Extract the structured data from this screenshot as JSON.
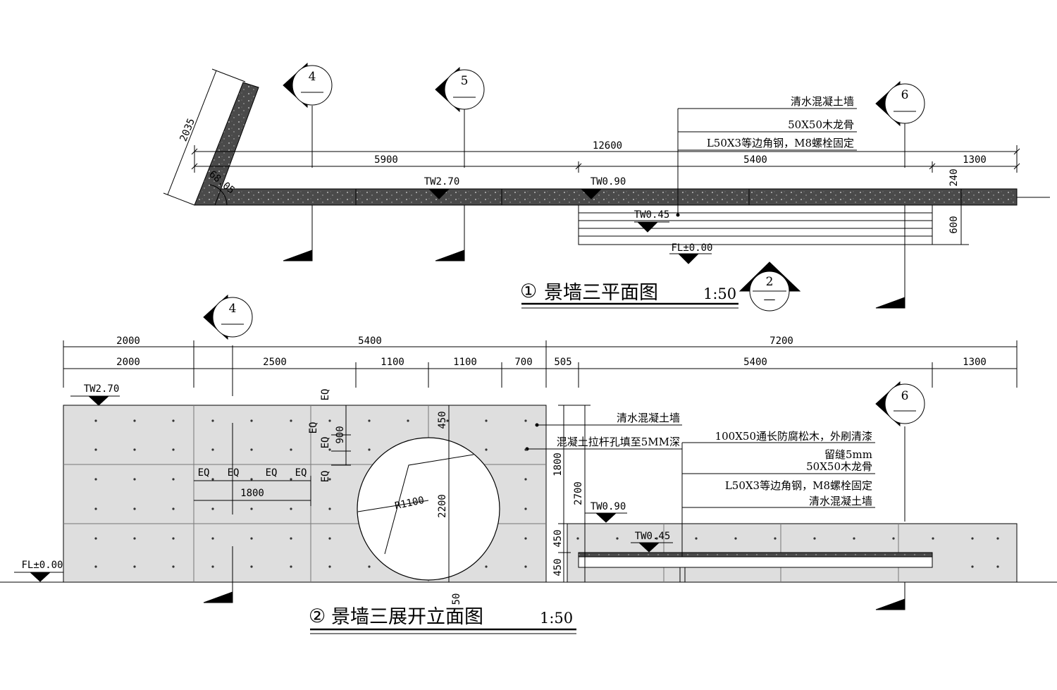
{
  "plan": {
    "title_num": "①",
    "title": "景墙三平面图",
    "scale": "1:50",
    "dims": {
      "total": "12600",
      "seg1": "5900",
      "seg2": "5400",
      "seg3": "1300",
      "wing": "2035",
      "angle": "68.05",
      "thick": "240",
      "step_depth": "600"
    },
    "levels": {
      "tw_high": "TW2.70",
      "tw_mid": "TW0.90",
      "tw_low": "TW0.45",
      "fl": "FL±0.00"
    },
    "notes": [
      "清水混凝土墙",
      "50X50木龙骨",
      "L50X3等边角钢，M8螺栓固定"
    ],
    "section_marks": [
      "4",
      "5",
      "6"
    ],
    "index_mark": {
      "num": "2",
      "sheet": "—"
    }
  },
  "elevation": {
    "title_num": "②",
    "title": "景墙三展开立面图",
    "scale": "1:50",
    "top_dims": [
      "2000",
      "5400",
      "7200"
    ],
    "second_dims": [
      "2000",
      "2500",
      "1100",
      "1100",
      "700",
      "505",
      "5400",
      "1300"
    ],
    "levels": {
      "tw_high": "TW2.70",
      "tw_mid": "TW0.90",
      "tw_low": "TW0.45",
      "fl": "FL±0.00"
    },
    "eq": "EQ",
    "dims": {
      "h900": "900",
      "w1800": "1800",
      "h450": "450",
      "d2200": "2200",
      "radius": "R1100",
      "h1800": "1800",
      "h2700": "2700",
      "h450a": "450",
      "h450b": "450",
      "bottom50": "50"
    },
    "notes": [
      "清水混凝土墙",
      "混凝土拉杆孔填至5MM深",
      "100X50通长防腐松木，外刷清漆",
      "留缝5mm",
      "50X50木龙骨",
      "L50X3等边角钢，M8螺栓固定",
      "清水混凝土墙"
    ],
    "section_marks": [
      "4",
      "6"
    ]
  }
}
